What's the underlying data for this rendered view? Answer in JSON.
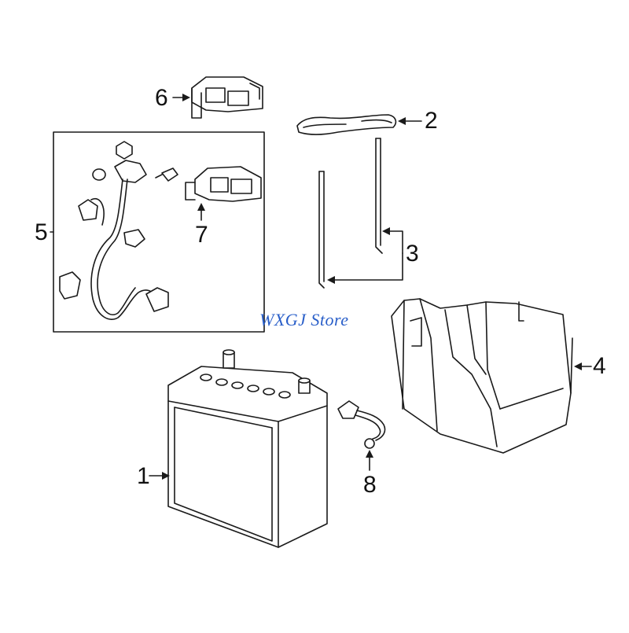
{
  "diagram": {
    "callouts": [
      {
        "id": "1",
        "label": "1"
      },
      {
        "id": "2",
        "label": "2"
      },
      {
        "id": "3",
        "label": "3"
      },
      {
        "id": "4",
        "label": "4"
      },
      {
        "id": "5",
        "label": "5"
      },
      {
        "id": "6",
        "label": "6"
      },
      {
        "id": "7",
        "label": "7"
      },
      {
        "id": "8",
        "label": "8"
      }
    ],
    "watermark": {
      "text": "WXGJ Store",
      "color": "#2a5fc9"
    }
  }
}
